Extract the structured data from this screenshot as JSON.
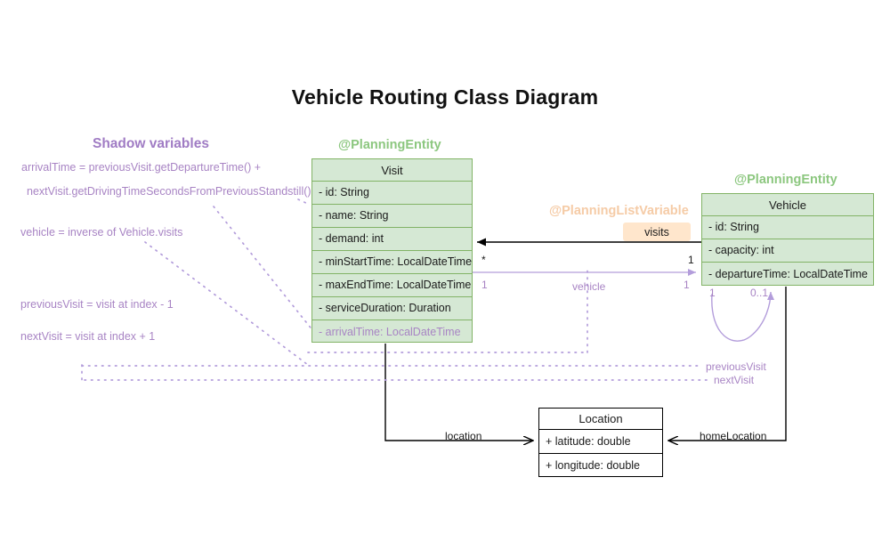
{
  "title": "Vehicle Routing Class Diagram",
  "colors": {
    "entity_fill": "#d5e8d4",
    "entity_border": "#82b366",
    "stereotype_green": "#8cc77f",
    "stereotype_orange": "#f5cba6",
    "shadow_violet": "#a884c4",
    "badge_fill": "#ffe6cc",
    "plain_border": "#000000"
  },
  "shadow_panel": {
    "heading": "Shadow variables",
    "notes": [
      "arrivalTime = previousVisit.getDepartureTime() +",
      "nextVisit.getDrivingTimeSecondsFromPreviousStandstill()",
      "vehicle = inverse of Vehicle.visits",
      "previousVisit = visit at index - 1",
      "nextVisit = visit at index + 1"
    ]
  },
  "classes": {
    "visit": {
      "stereotype": "@PlanningEntity",
      "name": "Visit",
      "attributes": [
        {
          "text": "- id: String",
          "shadow": false
        },
        {
          "text": "- name: String",
          "shadow": false
        },
        {
          "text": "- demand: int",
          "shadow": false
        },
        {
          "text": "- minStartTime: LocalDateTime",
          "shadow": false
        },
        {
          "text": "- maxEndTime: LocalDateTime",
          "shadow": false
        },
        {
          "text": "- serviceDuration: Duration",
          "shadow": false
        },
        {
          "text": "- arrivalTime: LocalDateTime",
          "shadow": true
        }
      ]
    },
    "vehicle": {
      "stereotype": "@PlanningEntity",
      "name": "Vehicle",
      "attributes": [
        {
          "text": "- id: String",
          "shadow": false
        },
        {
          "text": "- capacity: int",
          "shadow": false
        },
        {
          "text": "- departureTime: LocalDateTime",
          "shadow": false
        }
      ]
    },
    "location": {
      "stereotype": "",
      "name": "Location",
      "attributes": [
        {
          "text": "+ latitude: double",
          "shadow": false
        },
        {
          "text": "+ longitude: double",
          "shadow": false
        }
      ]
    }
  },
  "relations": {
    "visits": {
      "stereotype": "@PlanningListVariable",
      "badge": "visits",
      "source_multiplicity": "1",
      "target_multiplicity": "*"
    },
    "vehicle_ref": {
      "label": "vehicle",
      "source_multiplicity": "1",
      "target_multiplicity": "1"
    },
    "visit_location": {
      "label": "location"
    },
    "vehicle_home_location": {
      "label": "homeLocation"
    },
    "vehicle_self": {
      "source_multiplicity": "1",
      "target_multiplicity": "0..1"
    },
    "previous_visit": {
      "label": "previousVisit"
    },
    "next_visit": {
      "label": "nextVisit"
    }
  }
}
